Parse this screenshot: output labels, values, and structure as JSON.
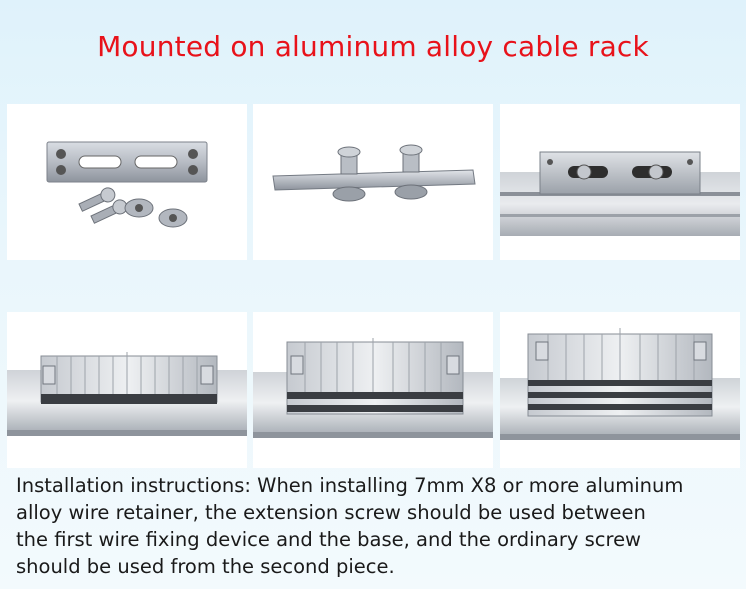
{
  "title": "Mounted on aluminum alloy cable rack",
  "photos": [
    {
      "subject": "plate-with-screws-and-nuts"
    },
    {
      "subject": "plate-with-screws-side-view"
    },
    {
      "subject": "plate-mounted-on-rail"
    },
    {
      "subject": "retainer-1-layer-on-rail"
    },
    {
      "subject": "retainer-2-layer-on-rail"
    },
    {
      "subject": "retainer-3-layer-on-rail"
    }
  ],
  "instructions": {
    "lines": [
      "Installation instructions: When installing 7mm X8 or more aluminum",
      "alloy wire retainer, the extension screw should be used between",
      "the first wire fixing device and the base, and the ordinary screw",
      "should be used from the second piece."
    ]
  },
  "colors": {
    "title": "#e8121a",
    "background": "#e6f5fb",
    "text": "#1a1a1a"
  }
}
